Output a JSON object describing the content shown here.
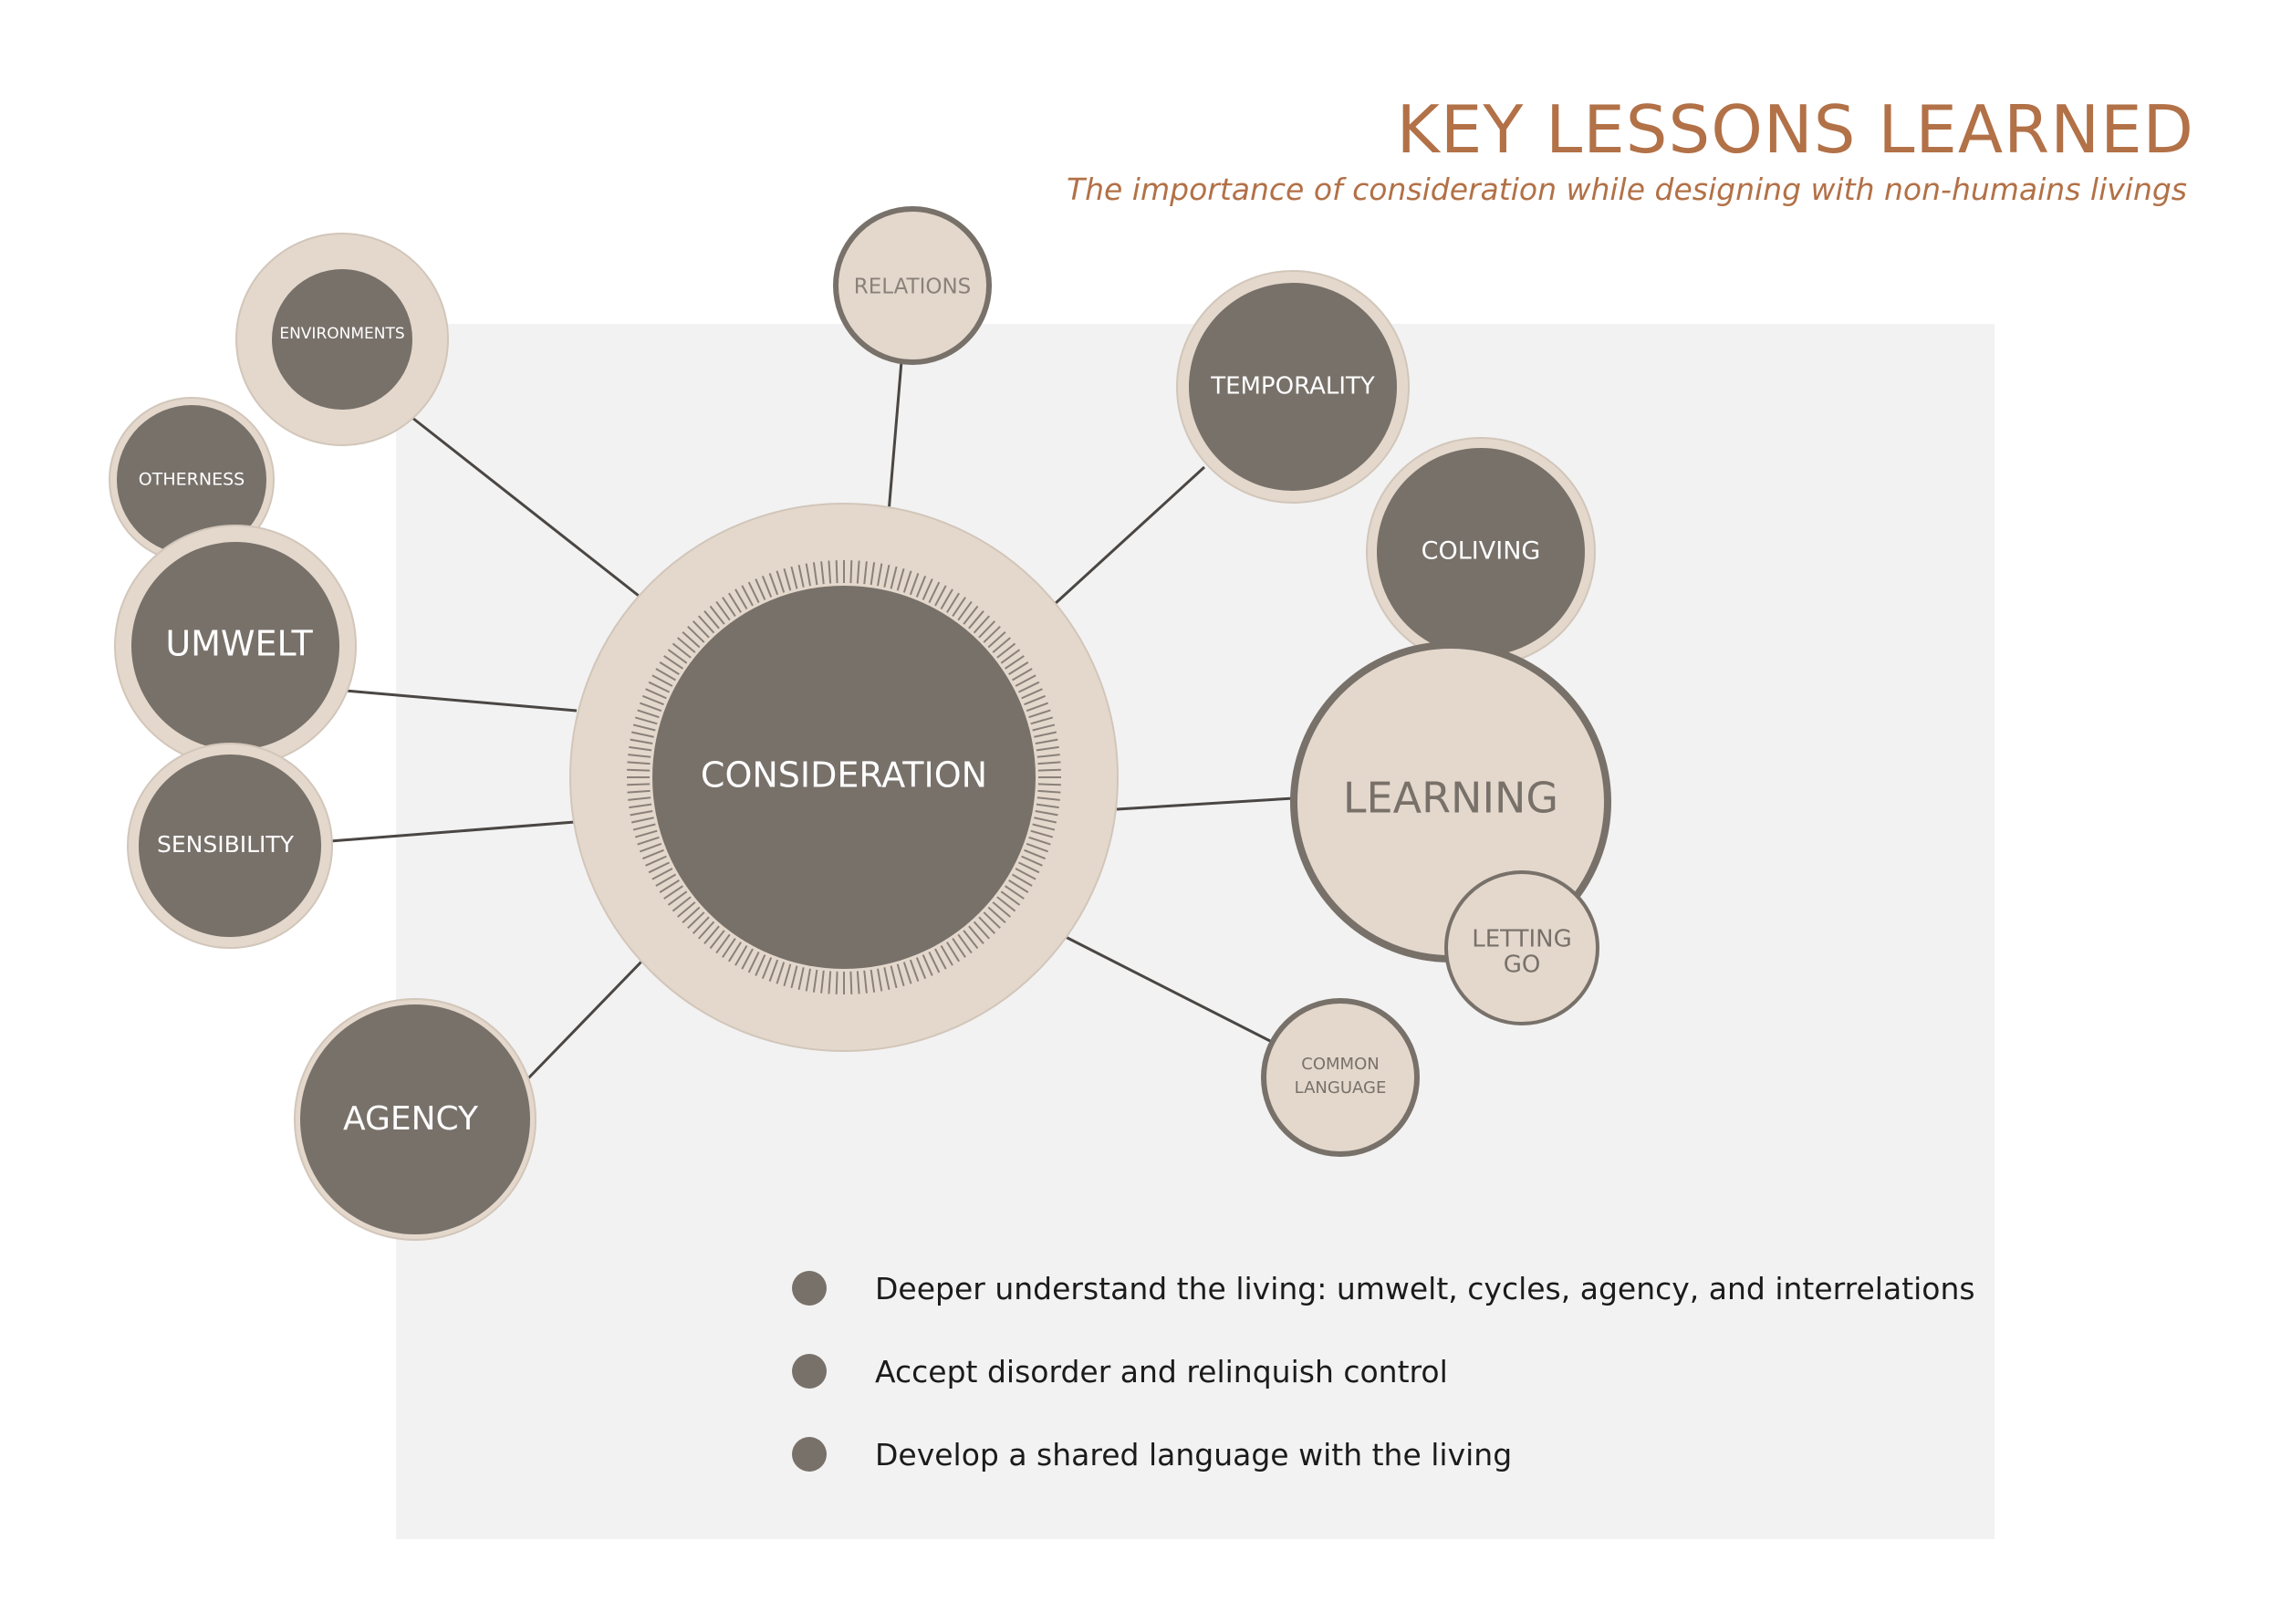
{
  "header": {
    "title": "KEY LESSONS LEARNED",
    "subtitle": "The importance of consideration while designing with non-humains livings"
  },
  "diagram": {
    "center": "CONSIDERATION",
    "nodes": {
      "environments": "ENVIRONMENTS",
      "otherness": "OTHERNESS",
      "umwelt": "UMWELT",
      "sensibility": "SENSIBILITY",
      "agency": "AGENCY",
      "relations": "RELATIONS",
      "temporality": "TEMPORALITY",
      "coliving": "COLIVING",
      "learning": "LEARNING",
      "letting_go": [
        "LETTING",
        "GO"
      ],
      "common_language": [
        "COMMON",
        "LANGUAGE"
      ]
    }
  },
  "lessons": [
    "Deeper understand the living: umwelt, cycles, agency, and interrelations",
    "Accept disorder and relinquish control",
    "Develop a shared language with the living"
  ],
  "colors": {
    "accent": "#b27147",
    "dark": "#78716a",
    "light": "#e4d8cc",
    "panel": "#f2f2f2"
  }
}
